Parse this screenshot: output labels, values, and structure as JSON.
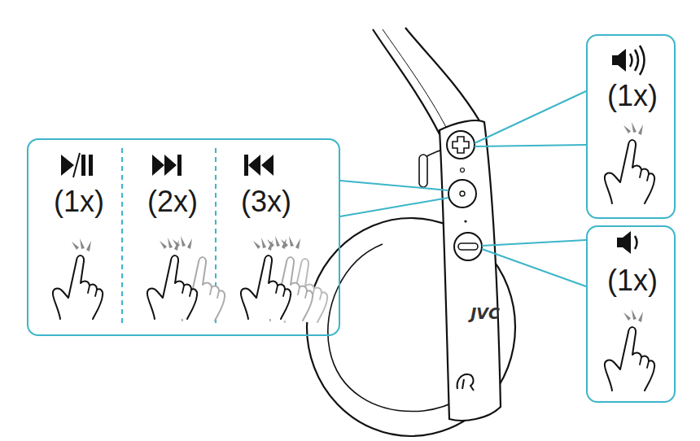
{
  "diagram": {
    "nodes": [
      {
        "text": [
          "(1x)",
          "(2x)",
          "(3x)"
        ]
      },
      {
        "text": [
          "(1x)"
        ]
      },
      {
        "text": [
          "(1x)"
        ]
      }
    ],
    "labels": [
      "JVC"
    ]
  }
}
